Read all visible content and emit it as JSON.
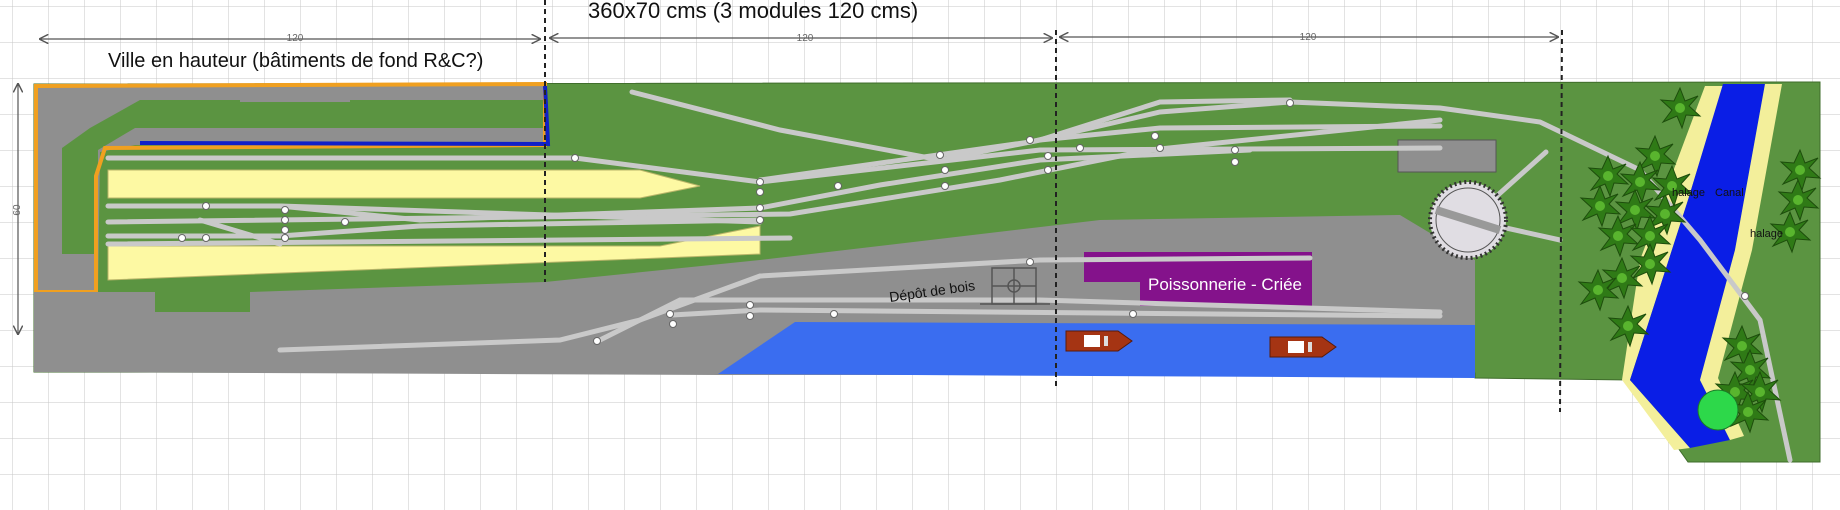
{
  "title": "360x70 cms (3 modules 120 cms)",
  "dimensions": {
    "module_1": "120",
    "module_2": "120",
    "module_3": "120",
    "depth": "60"
  },
  "labels": {
    "ville": "Ville en hauteur (bâtiments de fond R&C?)",
    "depot": "Dépôt de bois",
    "poissonnerie": "Poissonnerie - Criée",
    "halage_left": "halage",
    "halage_right": "halage",
    "canal": "Canal"
  },
  "colors": {
    "grass": "#5b9441",
    "gravel": "#8f8f8f",
    "quay": "#fdf9a3",
    "water": "#3a6df0",
    "canal": "#0a1ee6",
    "towpath": "#f3ef9b",
    "fish_hall": "#84128b",
    "city_border": "#f0a020",
    "city_wall": "#1020c8",
    "rail": "#c9c9c9",
    "boat": "#a53413",
    "tree": "#2f7a16"
  },
  "icons": [
    "turntable-icon",
    "crane-icon",
    "boat-icon",
    "tree-icon"
  ]
}
